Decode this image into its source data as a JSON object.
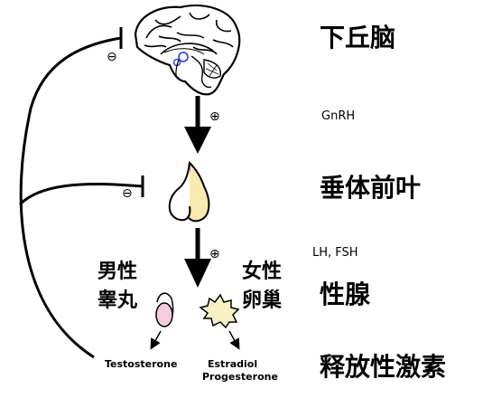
{
  "labels": {
    "hypothalamus": "下丘脑",
    "pituitary": "垂体前叶",
    "gonad": "性腺",
    "sex_hormones": "释放性激素",
    "male_line1": "男性",
    "male_line2": "睾丸",
    "female_line1": "女性",
    "female_line2": "卵巢"
  },
  "hormones": {
    "gnrh": "GnRH",
    "lh_fsh": "LH, FSH",
    "testosterone": "Testosterone",
    "estradiol": "Estradiol",
    "progesterone": "Progesterone"
  },
  "signs": {
    "stimulate_1": "⊕",
    "stimulate_2": "⊕",
    "inhibit_1": "⊖",
    "inhibit_2": "⊖"
  },
  "colors": {
    "pituitary_fill": "#faeab0",
    "testis_fill": "#f6cde0",
    "ovary_fill": "#f6f0c4",
    "hypothalamus_highlight": "#3b4fe0"
  }
}
